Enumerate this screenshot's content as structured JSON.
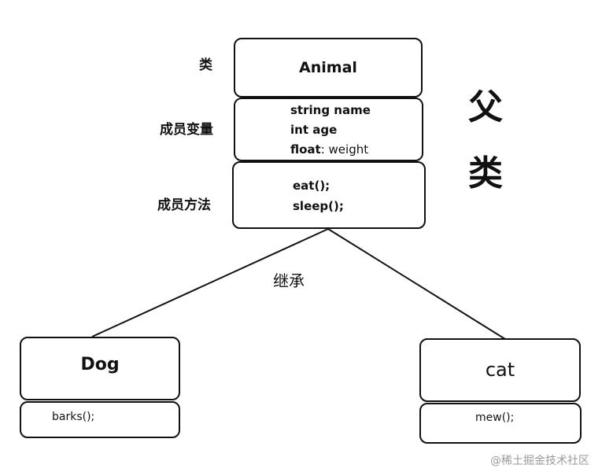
{
  "labels": {
    "class": "类",
    "members": "成员变量",
    "methods": "成员方法",
    "inherit": "继承",
    "parent_1": "父",
    "parent_2": "类"
  },
  "animal": {
    "name": "Animal",
    "fields": [
      "string name",
      "int age",
      "float"
    ],
    "field_suffix": ": weight",
    "methods": [
      "eat();",
      "sleep();"
    ]
  },
  "dog": {
    "name": "Dog",
    "method": "barks();"
  },
  "cat": {
    "name": "cat",
    "method": "mew();"
  },
  "watermark": "@稀土掘金技术社区"
}
